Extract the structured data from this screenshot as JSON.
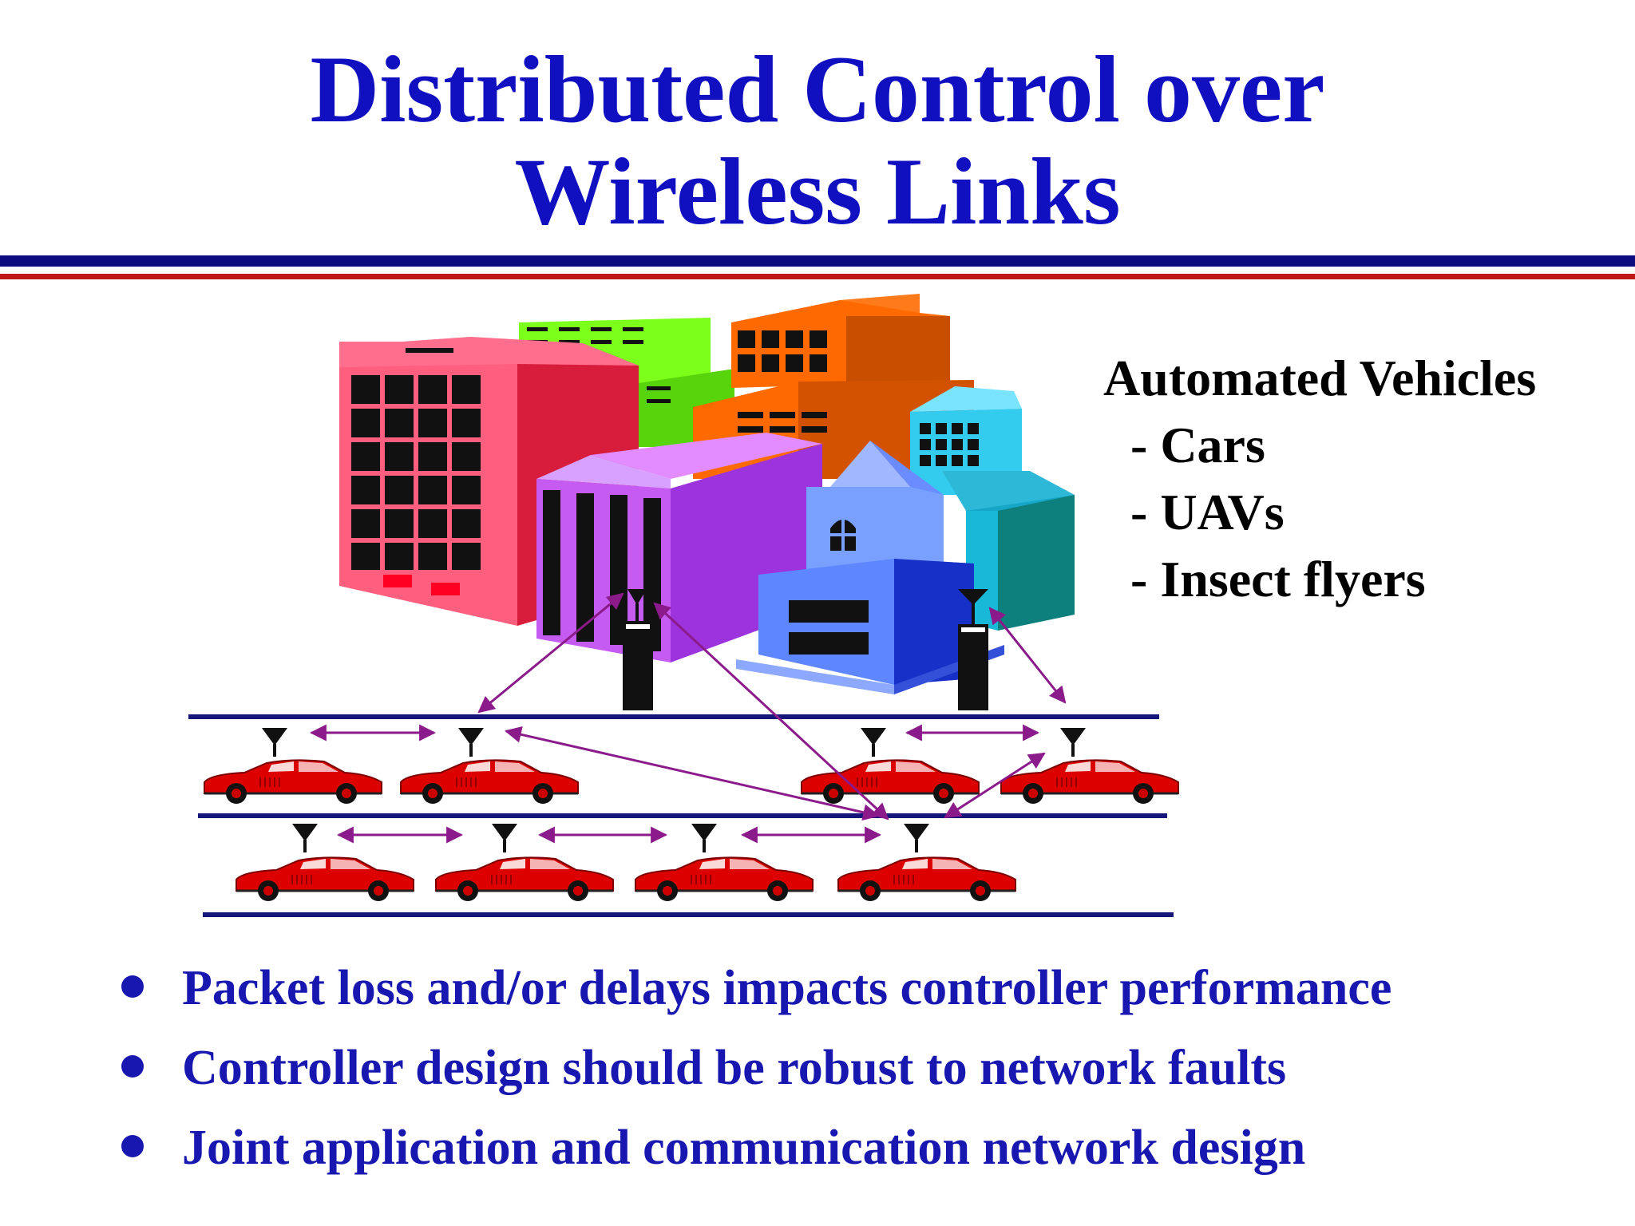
{
  "title": {
    "line1": "Distributed Control over",
    "line2": "Wireless Links"
  },
  "sidebar": {
    "heading": "Automated Vehicles",
    "items": [
      "- Cars",
      "- UAVs",
      "- Insect flyers"
    ]
  },
  "bullets": [
    "Packet loss and/or delays impacts controller performance",
    "Controller design should be robust to network faults",
    "Joint application and communication network design"
  ],
  "colors": {
    "title": "#1010c0",
    "bullets": "#1818b0",
    "rule_blue": "#0d0d80",
    "rule_red": "#c01818",
    "link_arrow": "#8b1a8b",
    "car": "#dd0000",
    "road": "#15157a"
  }
}
